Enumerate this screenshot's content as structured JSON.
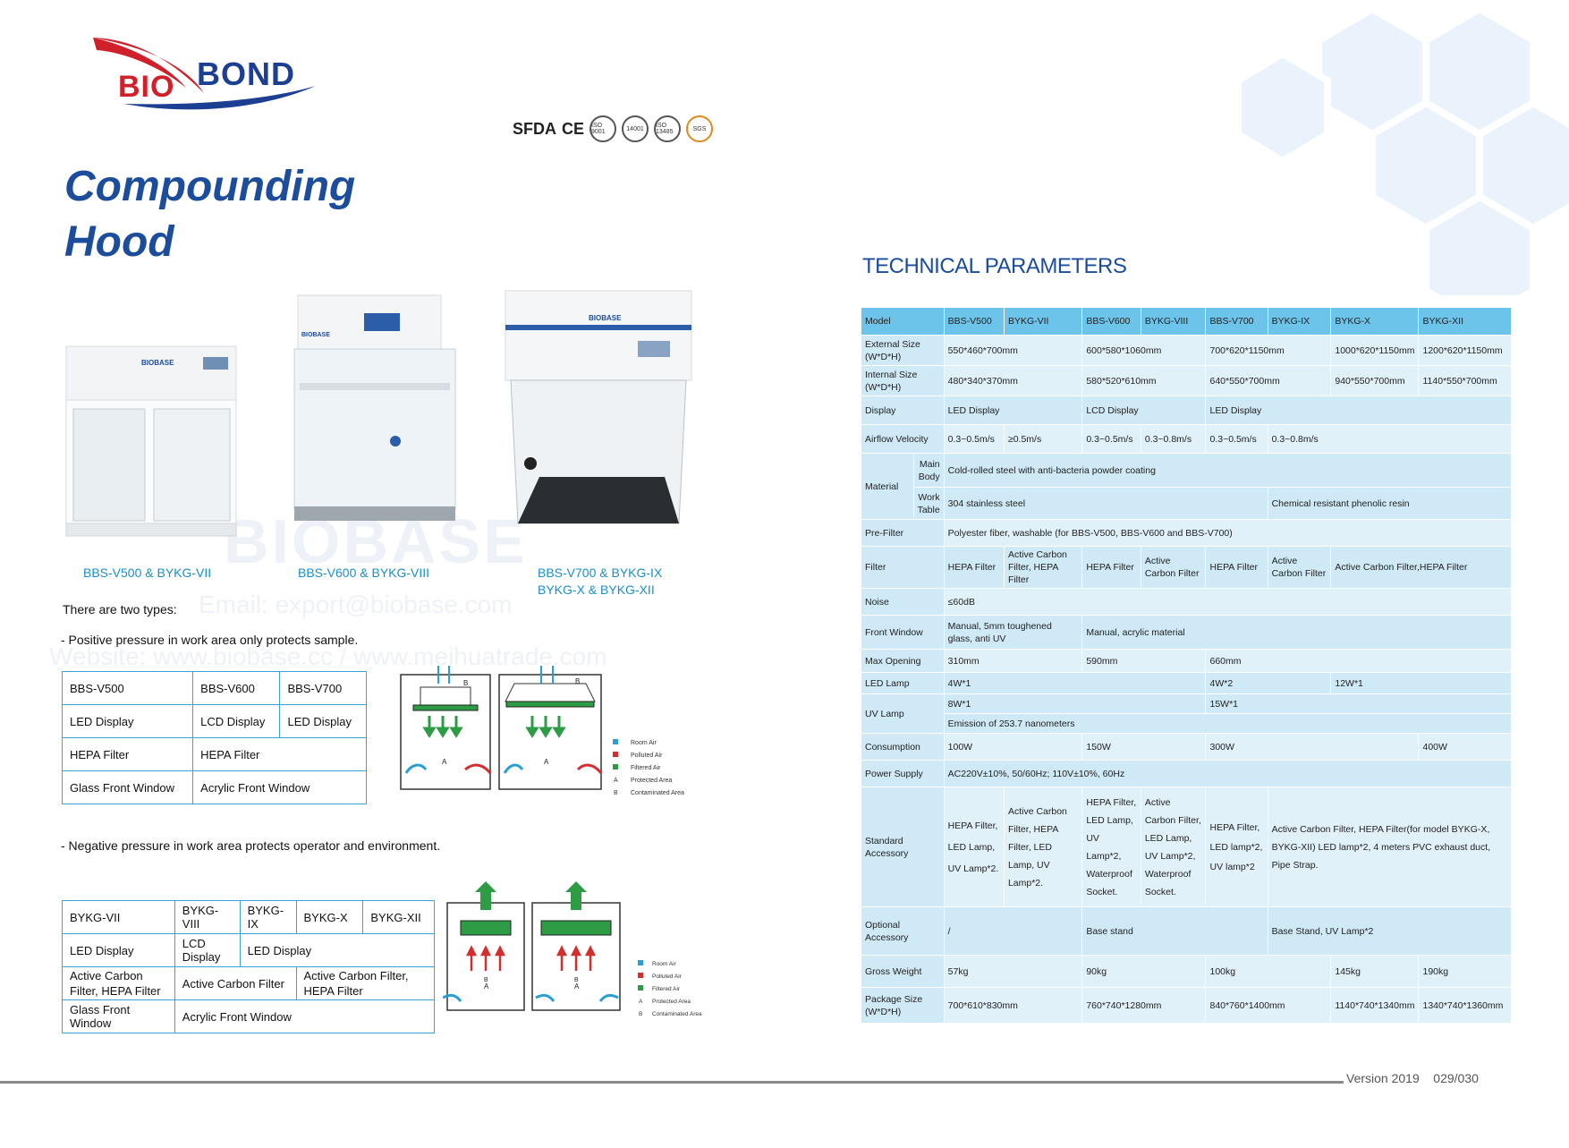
{
  "brand": {
    "bio": "BIO",
    "bond": "BOND"
  },
  "certs": [
    "SFDA",
    "CE",
    "ISO 9001",
    "14001",
    "ISO 13485",
    "SGS"
  ],
  "title": {
    "line1": "Compounding",
    "line2": "Hood"
  },
  "products": [
    {
      "caption1": "BBS-V500 & BYKG-VII",
      "caption2": "",
      "brand": "BIOBASE"
    },
    {
      "caption1": "BBS-V600 & BYKG-VIII",
      "caption2": "",
      "brand": "BIOBASE"
    },
    {
      "caption1": "BBS-V700 & BYKG-IX",
      "caption2": "BYKG-X & BYKG-XII",
      "brand": "BIOBASE"
    }
  ],
  "types_intro": "There are two types:",
  "positive_note": "- Positive pressure in work area only protects sample.",
  "negative_note": "- Negative pressure in work area protects operator and environment.",
  "positive_table": {
    "row1": [
      "BBS-V500",
      "BBS-V600",
      "BBS-V700"
    ],
    "row2": [
      "LED Display",
      "LCD Display",
      "LED Display"
    ],
    "row3": [
      "HEPA Filter",
      "HEPA Filter"
    ],
    "row4": [
      "Glass Front Window",
      "Acrylic Front Window"
    ]
  },
  "negative_table": {
    "row1": [
      "BYKG-VII",
      "BYKG-VIII",
      "BYKG-IX",
      "BYKG-X",
      "BYKG-XII"
    ],
    "row2": [
      "LED Display",
      "LCD Display",
      "LED Display"
    ],
    "row3": [
      "Active Carbon Filter, HEPA Filter",
      "Active Carbon Filter",
      "Active Carbon Filter, HEPA Filter"
    ],
    "row4": [
      "Glass Front Window",
      "Acrylic Front Window"
    ]
  },
  "legend": {
    "room_air": "Room Air",
    "polluted_air": "Polluted Air",
    "filtered_air": "Filtered Air",
    "protected_area": "Protected Area",
    "contaminated_area": "Contaminated Area",
    "key_a": "A",
    "key_b": "B",
    "colors": {
      "room": "#2a9fd6",
      "polluted": "#d32f2f",
      "filtered": "#2e9b45"
    }
  },
  "diagram_labels": {
    "a": "A",
    "b": "B"
  },
  "watermark": {
    "brand": "BIOBASE",
    "email": "Email: export@biobase.com",
    "website": "Website: www.biobase.cc / www.meihuatrade.com"
  },
  "tech": {
    "heading": "TECHNICAL PARAMETERS",
    "model_label": "Model",
    "models": [
      "BBS-V500",
      "BYKG-VII",
      "BBS-V600",
      "BYKG-VIII",
      "BBS-V700",
      "BYKG-IX",
      "BYKG-X",
      "BYKG-XII"
    ],
    "external_label": "External Size (W*D*H)",
    "external": [
      "550*460*700mm",
      "600*580*1060mm",
      "700*620*1150mm",
      "1000*620*1150mm",
      "1200*620*1150mm"
    ],
    "internal_label": "Internal Size (W*D*H)",
    "internal": [
      "480*340*370mm",
      "580*520*610mm",
      "640*550*700mm",
      "940*550*700mm",
      "1140*550*700mm"
    ],
    "display_label": "Display",
    "display": [
      "LED Display",
      "LCD Display",
      "LED Display"
    ],
    "airflow_label": "Airflow Velocity",
    "airflow": [
      "0.3~0.5m/s",
      "≥0.5m/s",
      "0.3~0.5m/s",
      "0.3~0.8m/s",
      "0.3~0.5m/s",
      "0.3~0.8m/s"
    ],
    "material_label": "Material",
    "main_body_label": "Main Body",
    "main_body": "Cold-rolled steel with anti-bacteria powder coating",
    "work_table_label": "Work Table",
    "work_table": [
      "304 stainless steel",
      "Chemical resistant phenolic resin"
    ],
    "prefilter_label": "Pre-Filter",
    "prefilter": "Polyester fiber, washable (for BBS-V500, BBS-V600 and BBS-V700)",
    "filter_label": "Filter",
    "filter": [
      "HEPA Filter",
      "Active Carbon Filter, HEPA Filter",
      "HEPA Filter",
      "Active Carbon Filter",
      "HEPA Filter",
      "Active Carbon Filter",
      "Active Carbon Filter,HEPA Filter"
    ],
    "noise_label": "Noise",
    "noise": "≤60dB",
    "front_window_label": "Front Window",
    "front_window": [
      "Manual, 5mm toughened glass, anti UV",
      "Manual, acrylic material"
    ],
    "max_opening_label": "Max Opening",
    "max_opening": [
      "310mm",
      "590mm",
      "660mm"
    ],
    "led_lamp_label": "LED Lamp",
    "led_lamp": [
      "4W*1",
      "4W*2",
      "12W*1"
    ],
    "uv_lamp_label": "UV Lamp",
    "uv_lamp": [
      "8W*1",
      "15W*1"
    ],
    "uv_emission": "Emission of 253.7 nanometers",
    "consumption_label": "Consumption",
    "consumption": [
      "100W",
      "150W",
      "300W",
      "400W"
    ],
    "power_label": "Power Supply",
    "power": "AC220V±10%, 50/60Hz; 110V±10%, 60Hz",
    "std_label": "Standard Accessory",
    "std": [
      "HEPA Filter, LED Lamp, UV Lamp*2.",
      "Active Carbon Filter, HEPA Filter, LED Lamp, UV Lamp*2.",
      "HEPA Filter, LED Lamp, UV Lamp*2, Waterproof Socket.",
      "Active Carbon Filter, LED Lamp, UV Lamp*2, Waterproof Socket.",
      "HEPA Filter, LED lamp*2, UV lamp*2",
      "Active Carbon Filter, HEPA Filter(for model BYKG-X, BYKG-XII) LED lamp*2, 4 meters PVC exhaust duct, Pipe Strap."
    ],
    "optional_label": "Optional Accessory",
    "optional": [
      "/",
      "Base stand",
      "Base Stand, UV Lamp*2"
    ],
    "gross_label": "Gross Weight",
    "gross": [
      "57kg",
      "90kg",
      "100kg",
      "145kg",
      "190kg"
    ],
    "package_label": "Package Size (W*D*H)",
    "package": [
      "700*610*830mm",
      "760*740*1280mm",
      "840*760*1400mm",
      "1140*740*1340mm",
      "1340*740*1360mm"
    ]
  },
  "footer": {
    "version": "Version 2019",
    "pages": "029/030"
  }
}
